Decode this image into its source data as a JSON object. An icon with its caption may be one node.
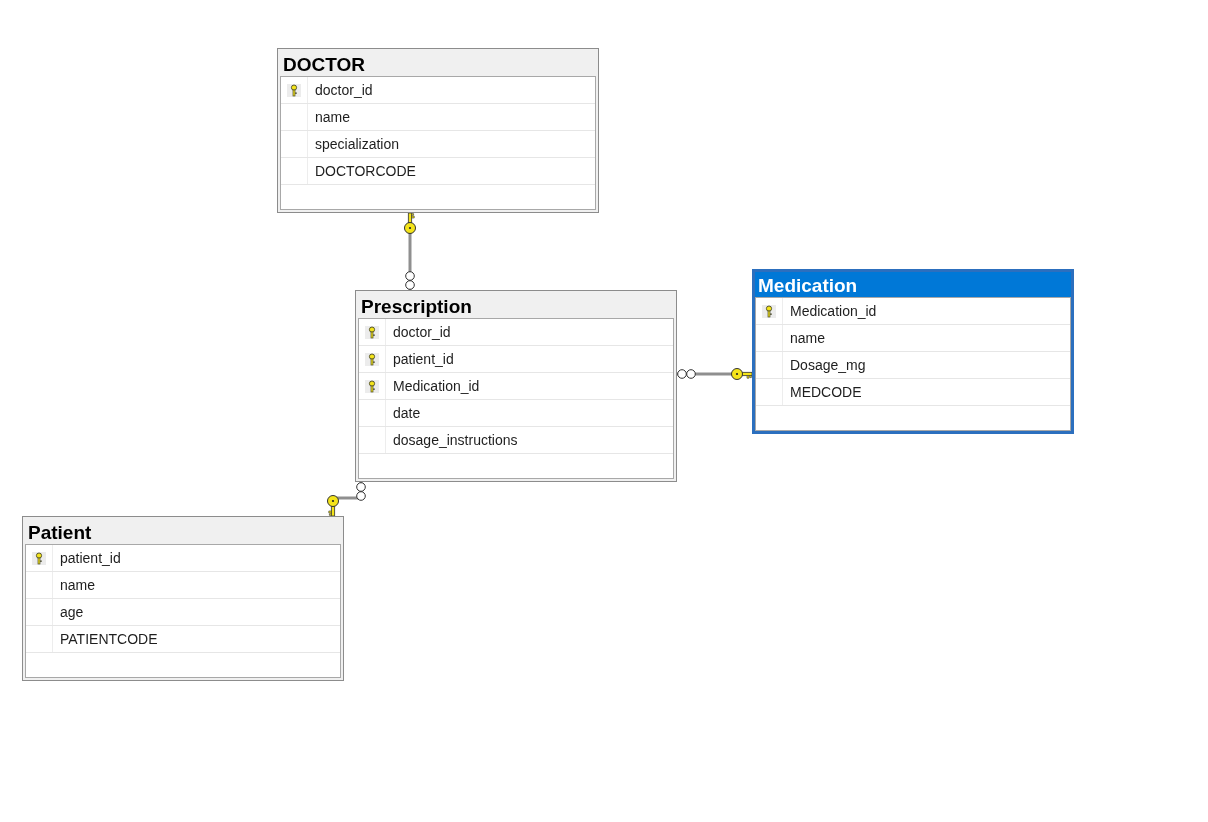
{
  "diagram": {
    "nodes": [
      {
        "text": [
          "DOCTOR"
        ]
      },
      {
        "text": [
          "doctor_id"
        ],
        "in": 0
      },
      {
        "text": [
          "name"
        ],
        "in": 0
      },
      {
        "text": [
          "specialization"
        ],
        "in": 0
      },
      {
        "text": [
          "DOCTORCODE"
        ],
        "in": 0
      },
      {
        "text": [
          "Prescription"
        ]
      },
      {
        "text": [
          "doctor_id"
        ],
        "in": 5
      },
      {
        "text": [
          "patient_id"
        ],
        "in": 5
      },
      {
        "text": [
          "Medication_id"
        ],
        "in": 5
      },
      {
        "text": [
          "date"
        ],
        "in": 5
      },
      {
        "text": [
          "dosage_instructions"
        ],
        "in": 5
      },
      {
        "text": [
          "Medication"
        ]
      },
      {
        "text": [
          "Medication_id"
        ],
        "in": 11
      },
      {
        "text": [
          "name"
        ],
        "in": 11
      },
      {
        "text": [
          "Dosage_mg"
        ],
        "in": 11
      },
      {
        "text": [
          "MEDCODE"
        ],
        "in": 11
      },
      {
        "text": [
          "Patient"
        ]
      },
      {
        "text": [
          "patient_id"
        ],
        "in": 16
      },
      {
        "text": [
          "name"
        ],
        "in": 16
      },
      {
        "text": [
          "age"
        ],
        "in": 16
      },
      {
        "text": [
          "PATIENTCODE"
        ],
        "in": 16
      }
    ],
    "edges": [
      {
        "from": 0,
        "to": 5,
        "arrow": "other"
      },
      {
        "from": 11,
        "to": 5,
        "arrow": "other"
      },
      {
        "from": 16,
        "to": 5,
        "arrow": "other"
      }
    ]
  }
}
